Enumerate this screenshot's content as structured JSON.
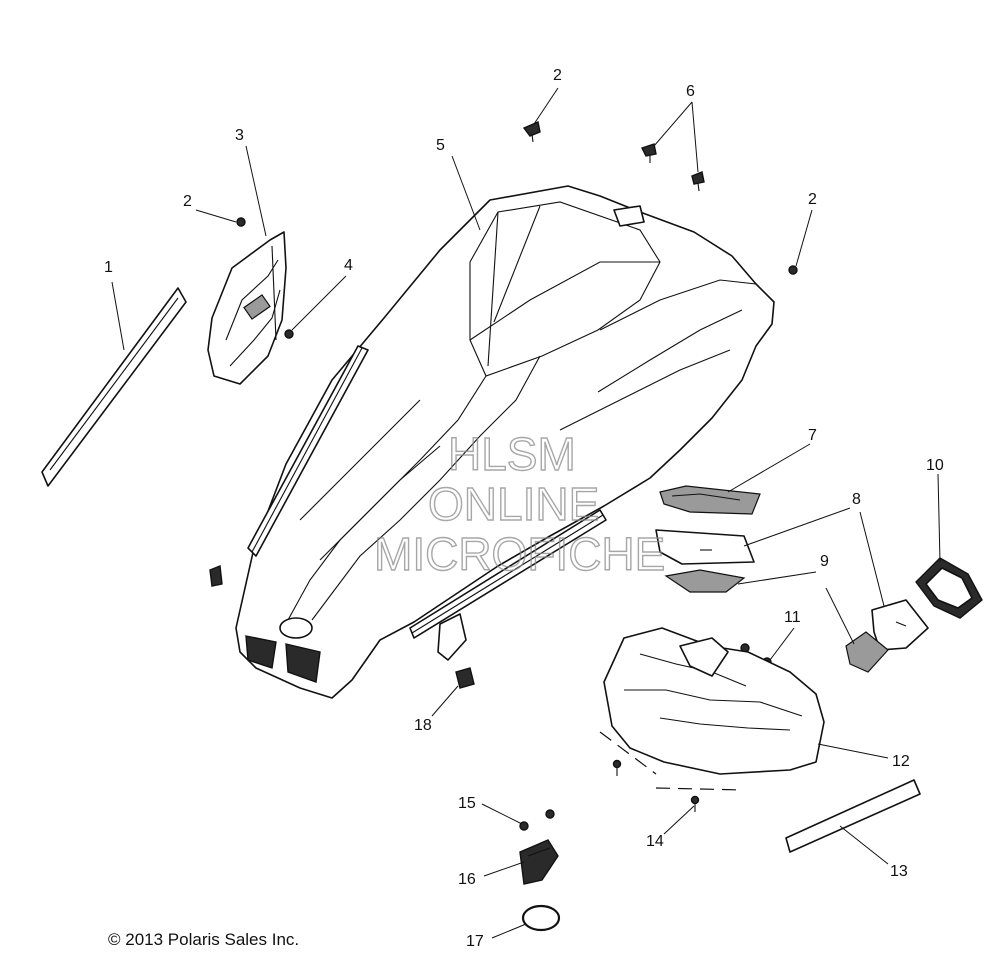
{
  "callouts": [
    {
      "id": "1",
      "label": "1"
    },
    {
      "id": "2a",
      "label": "2"
    },
    {
      "id": "2b",
      "label": "2"
    },
    {
      "id": "2c",
      "label": "2"
    },
    {
      "id": "3",
      "label": "3"
    },
    {
      "id": "4",
      "label": "4"
    },
    {
      "id": "5",
      "label": "5"
    },
    {
      "id": "6",
      "label": "6"
    },
    {
      "id": "7",
      "label": "7"
    },
    {
      "id": "8",
      "label": "8"
    },
    {
      "id": "9",
      "label": "9"
    },
    {
      "id": "10",
      "label": "10"
    },
    {
      "id": "11",
      "label": "11"
    },
    {
      "id": "12",
      "label": "12"
    },
    {
      "id": "13",
      "label": "13"
    },
    {
      "id": "14",
      "label": "14"
    },
    {
      "id": "15",
      "label": "15"
    },
    {
      "id": "16",
      "label": "16"
    },
    {
      "id": "17",
      "label": "17"
    },
    {
      "id": "18",
      "label": "18"
    }
  ],
  "watermark": {
    "line1": "HLSM",
    "line2": "ONLINE",
    "line3": "MICROFICHE"
  },
  "footer": {
    "copyright": "© 2013 Polaris Sales Inc."
  }
}
